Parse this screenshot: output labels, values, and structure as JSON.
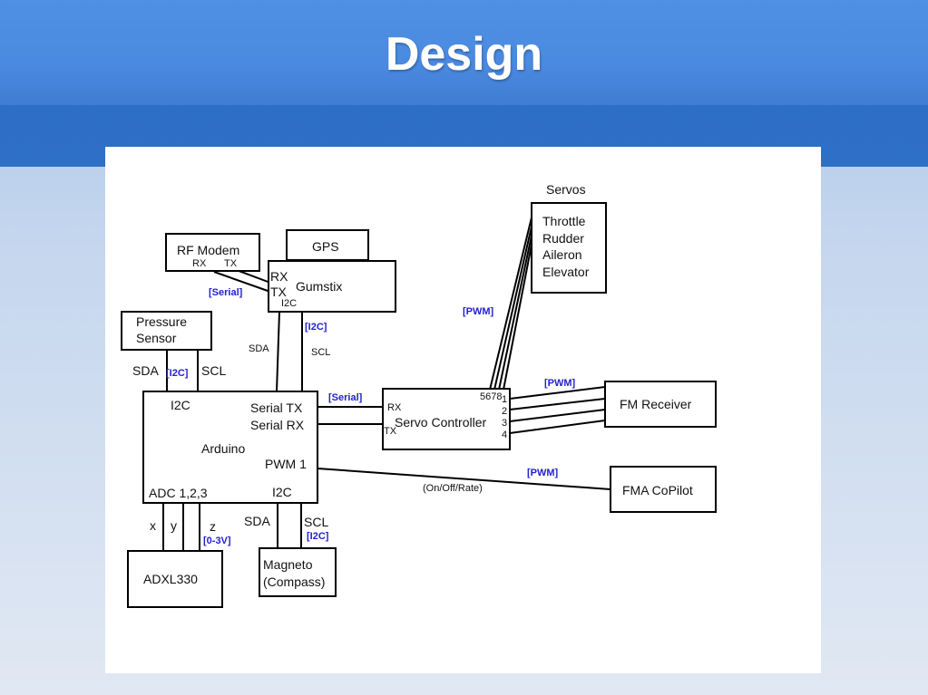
{
  "slide": {
    "title": "Design"
  },
  "diagram": {
    "nodes": {
      "rf_modem": {
        "label": "RF Modem",
        "pins": [
          "RX",
          "TX"
        ]
      },
      "gps": {
        "label": "GPS"
      },
      "gumstix": {
        "label": "Gumstix",
        "pins": [
          "RX",
          "TX",
          "I2C"
        ]
      },
      "pressure_sensor": {
        "lines": [
          "Pressure",
          "Sensor"
        ]
      },
      "arduino": {
        "label": "Arduino",
        "pins": [
          "I2C",
          "Serial TX",
          "Serial RX",
          "PWM 1",
          "ADC 1,2,3",
          "I2C"
        ]
      },
      "servos": {
        "heading": "Servos",
        "lines": [
          "Throttle",
          "Rudder",
          "Aileron",
          "Elevator"
        ]
      },
      "servo_controller": {
        "label": "Servo Controller",
        "pins": [
          "RX",
          "TX",
          "5678",
          "1",
          "2",
          "3",
          "4"
        ]
      },
      "fm_receiver": {
        "label": "FM Receiver"
      },
      "fma_copilot": {
        "label": "FMA CoPilot"
      },
      "adxl330": {
        "label": "ADXL330"
      },
      "magneto": {
        "lines": [
          "Magneto",
          "(Compass)"
        ]
      }
    },
    "signals": {
      "sda": "SDA",
      "scl": "SCL",
      "x": "x",
      "y": "y",
      "z": "z",
      "on_off_rate": "(On/Off/Rate)"
    },
    "protocol_tags": {
      "serial": "[Serial]",
      "i2c": "[I2C]",
      "pwm": "[PWM]",
      "zero_to_3v": "[0-3V]"
    },
    "colors": {
      "tag": "#2222cc",
      "title_band": "#4a8ae0",
      "sub_band": "#2e6fc7"
    }
  }
}
